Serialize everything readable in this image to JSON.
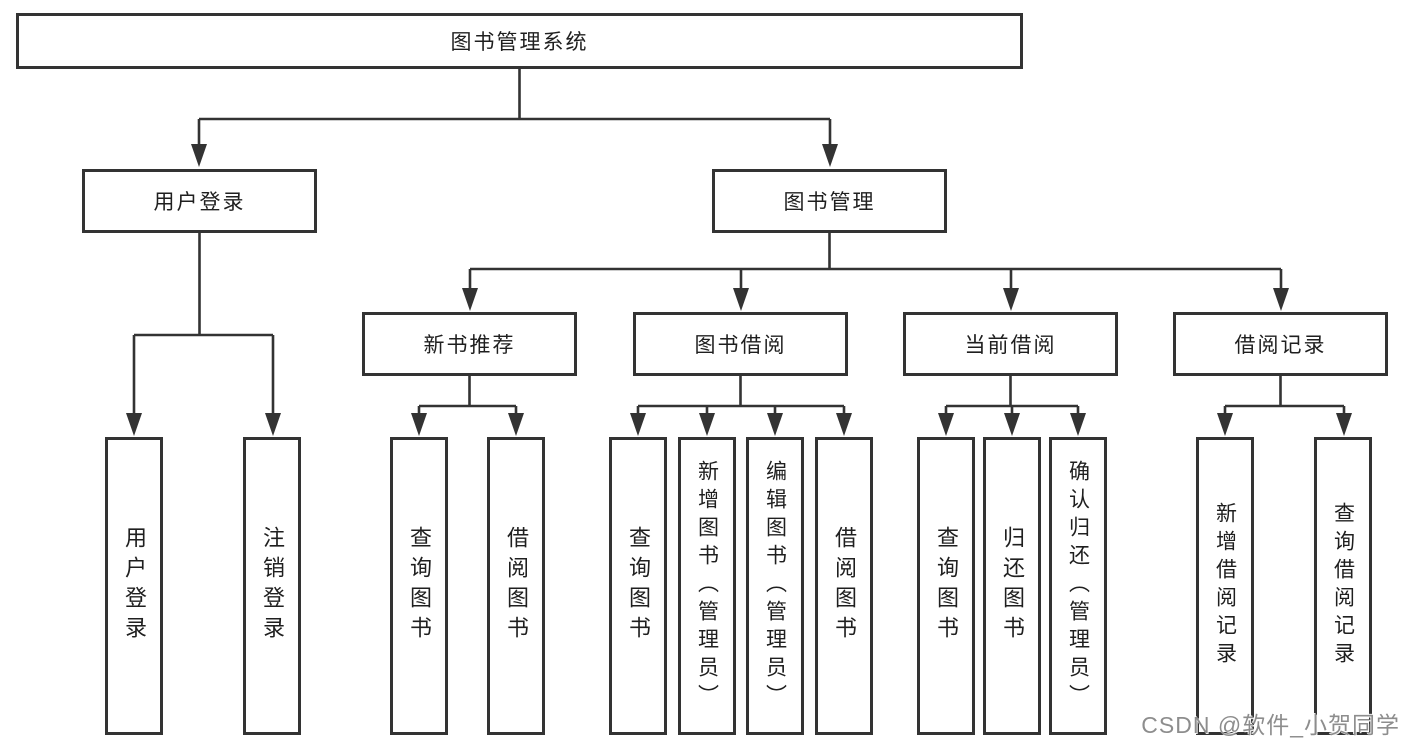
{
  "diagram_title": "图书管理系统",
  "tree": {
    "root": {
      "label": "图书管理系统"
    },
    "level2": [
      {
        "label": "用户登录",
        "children": [
          {
            "label": "用户登录"
          },
          {
            "label": "注销登录"
          }
        ]
      },
      {
        "label": "图书管理",
        "children": [
          {
            "label": "新书推荐",
            "children": [
              {
                "label": "查询图书"
              },
              {
                "label": "借阅图书"
              }
            ]
          },
          {
            "label": "图书借阅",
            "children": [
              {
                "label": "查询图书"
              },
              {
                "label": "新增图书（管理员）"
              },
              {
                "label": "编辑图书（管理员）"
              },
              {
                "label": "借阅图书"
              }
            ]
          },
          {
            "label": "当前借阅",
            "children": [
              {
                "label": "查询图书"
              },
              {
                "label": "归还图书"
              },
              {
                "label": "确认归还（管理员）"
              }
            ]
          },
          {
            "label": "借阅记录",
            "children": [
              {
                "label": "新增借阅记录"
              },
              {
                "label": "查询借阅记录"
              }
            ]
          }
        ]
      }
    ]
  },
  "watermark": {
    "text": "CSDN @软件_小贺同学"
  },
  "colors": {
    "line": "#333333",
    "text": "#1f1f1f",
    "background": "#ffffff",
    "watermark": "#8d8d8d"
  }
}
